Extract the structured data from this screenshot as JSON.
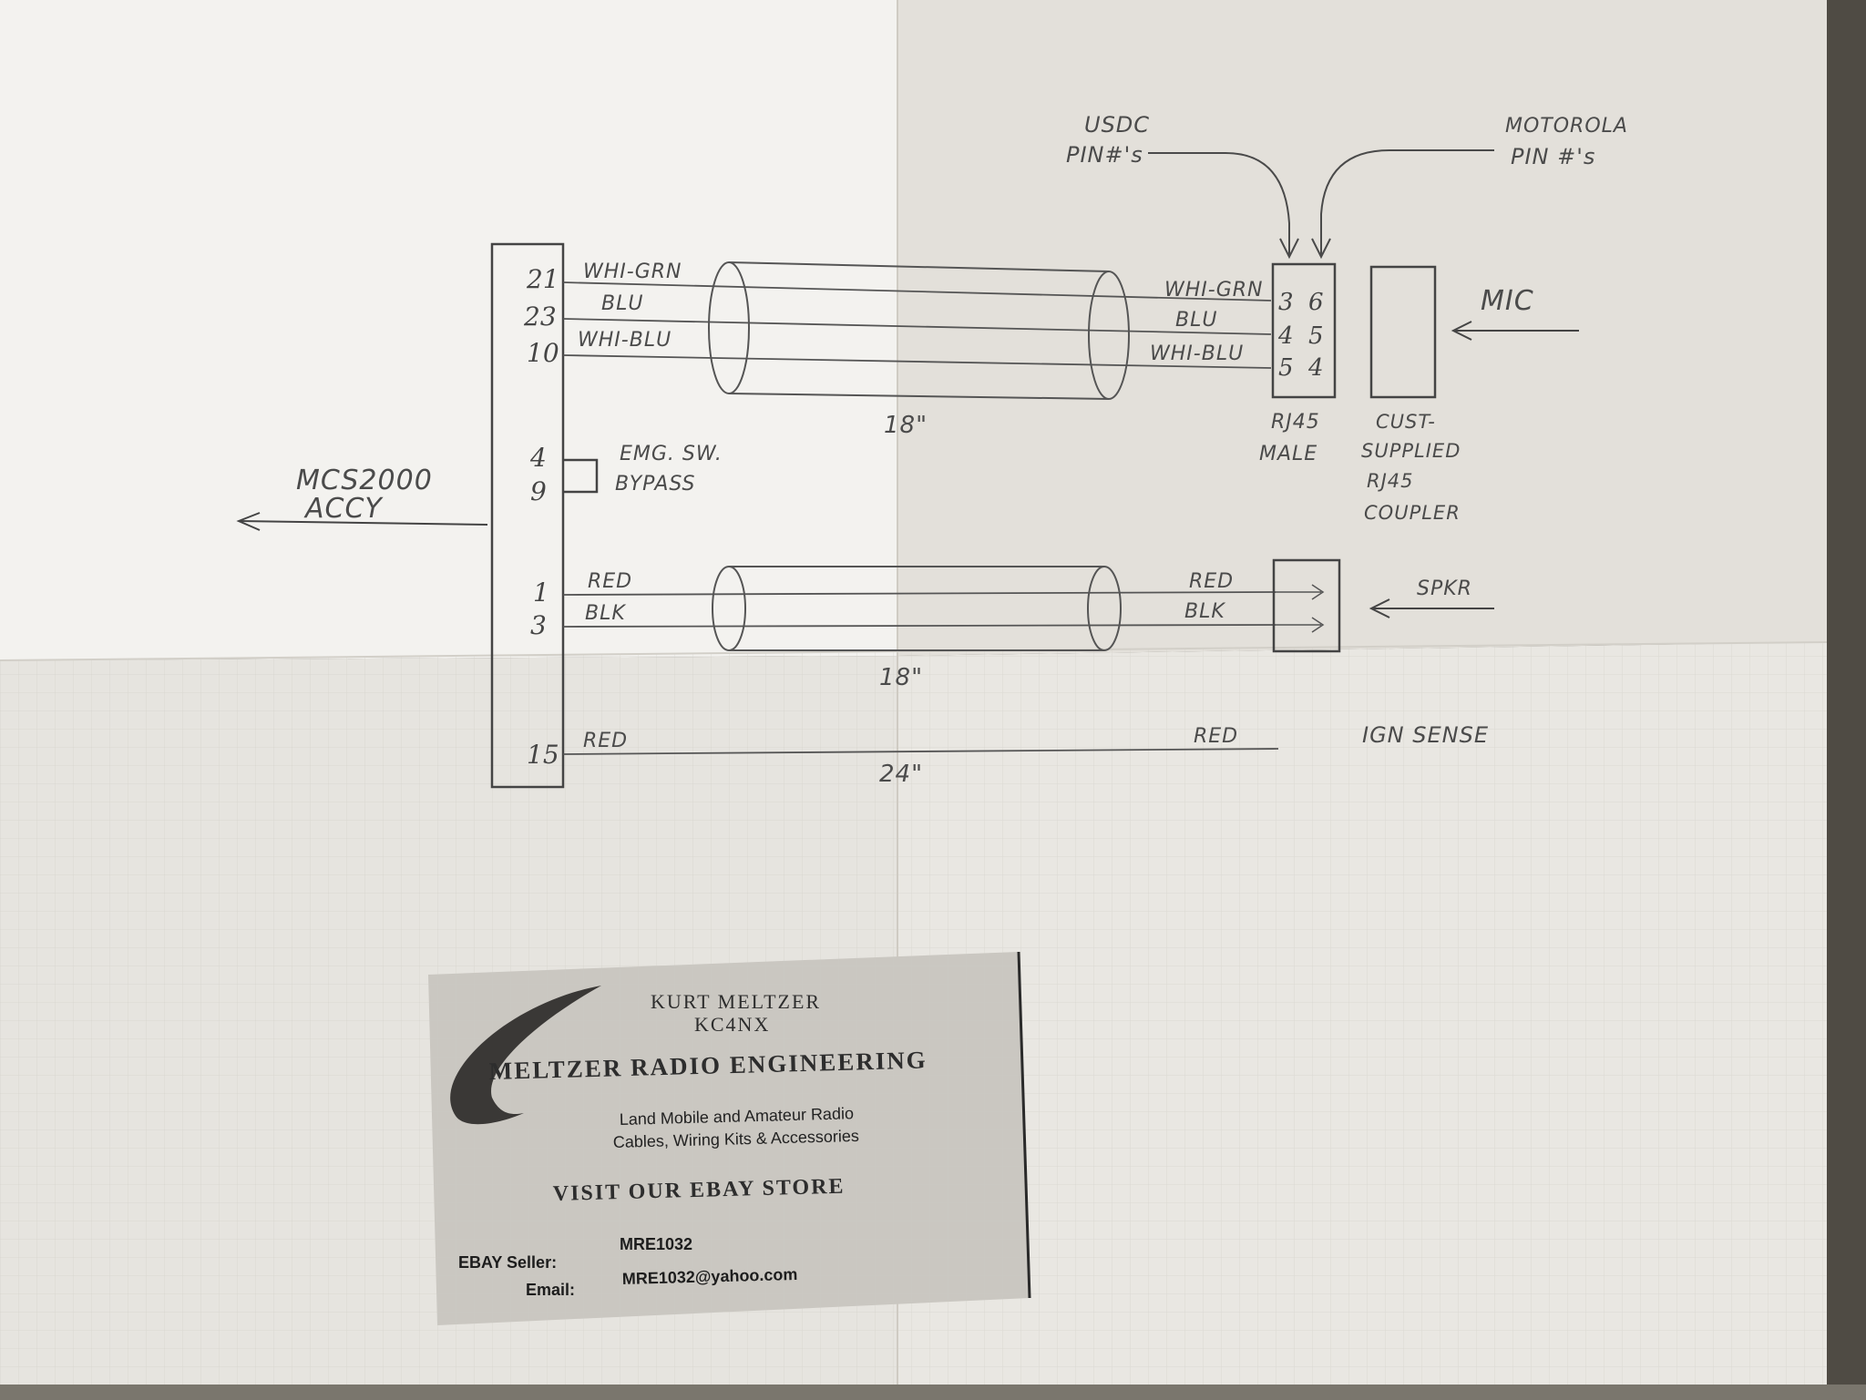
{
  "header": {
    "usdc_label_line1": "USDC",
    "usdc_label_line2": "PIN#'s",
    "motorola_label_line1": "MOTOROLA",
    "motorola_label_line2": "PIN #'s"
  },
  "connector_left": {
    "label_line1": "MCS2000",
    "label_line2": "ACCY",
    "pins": [
      "21",
      "23",
      "10",
      "4",
      "9",
      "1",
      "3",
      "15"
    ]
  },
  "cable_mic": {
    "wires_left": [
      "WHI-GRN",
      "BLU",
      "WHI-BLU"
    ],
    "wires_right": [
      "WHI-GRN",
      "BLU",
      "WHI-BLU"
    ],
    "length": "18\"",
    "rj45_pins_usdc": [
      "3",
      "4",
      "5"
    ],
    "rj45_pins_motorola": [
      "6",
      "5",
      "4"
    ],
    "rj45_label_line1": "RJ45",
    "rj45_label_line2": "MALE",
    "coupler_label_line1": "CUST-",
    "coupler_label_line2": "SUPPLIED",
    "coupler_label_line3": "RJ45",
    "coupler_label_line4": "COUPLER",
    "mic_label": "MIC"
  },
  "bypass": {
    "label_line1": "EMG. SW.",
    "label_line2": "BYPASS"
  },
  "cable_spkr": {
    "wires_left": [
      "RED",
      "BLK"
    ],
    "wires_right": [
      "RED",
      "BLK"
    ],
    "length": "18\"",
    "spkr_label": "SPKR"
  },
  "ign_wire": {
    "wire_left": "RED",
    "wire_right": "RED",
    "length": "24\"",
    "label": "IGN SENSE"
  },
  "business_card": {
    "name": "KURT MELTZER",
    "callsign": "KC4NX",
    "company": "MELTZER RADIO ENGINEERING",
    "tagline_line1": "Land Mobile and Amateur Radio",
    "tagline_line2": "Cables, Wiring Kits & Accessories",
    "cta": "VISIT OUR EBAY STORE",
    "seller_label": "EBAY Seller:",
    "seller_value": "MRE1032",
    "email_label": "Email:",
    "email_value": "MRE1032@yahoo.com"
  }
}
